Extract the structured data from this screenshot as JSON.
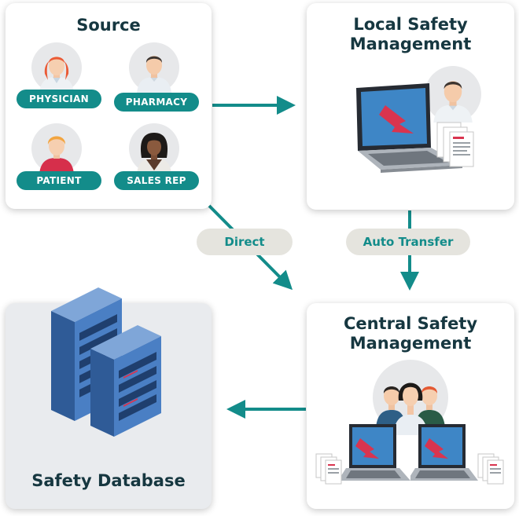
{
  "source": {
    "title": "Source",
    "roles": [
      {
        "label": "PHYSICIAN"
      },
      {
        "label": "PHARMACY"
      },
      {
        "label": "PATIENT"
      },
      {
        "label": "SALES REP"
      }
    ]
  },
  "local": {
    "title": "Local Safety\nManagement"
  },
  "central": {
    "title": "Central Safety\nManagement"
  },
  "database": {
    "title": "Safety Database"
  },
  "flows": {
    "direct": "Direct",
    "auto_transfer": "Auto Transfer"
  },
  "colors": {
    "teal": "#138c8a",
    "dark_text": "#163740",
    "pill_bg": "#e5e4de",
    "red_arrow": "#d9344f",
    "server_blue": "#3f6fb0"
  }
}
